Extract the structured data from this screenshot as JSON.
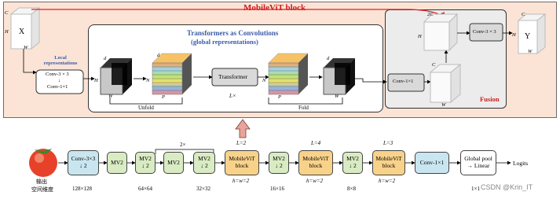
{
  "block_title": "MobileViT block",
  "inner_title": "Transformers as Convolutions",
  "inner_subtitle": "(global representations)",
  "local_rep": "Local representations",
  "local_ops": [
    "Conv-3 × 3",
    "↓",
    "Conv-1×1"
  ],
  "transformer_label": "Transformer",
  "repeat_label": "L×",
  "unfold_label": "Unfold",
  "fold_label": "Fold",
  "fusion_label": "Fusion",
  "conv1x1_label": "Conv-1×1",
  "conv3x3_label": "Conv-3 × 3",
  "x_label": "X",
  "y_label": "Y",
  "dim_labels": {
    "h": "H",
    "w": "W",
    "c": "C",
    "d": "d",
    "n": "N",
    "p": "P",
    "c2": "2C"
  },
  "pipeline": {
    "first_block": "Conv-3×3\n↓ 2",
    "blocks": [
      {
        "label": "MV2",
        "kind": "green"
      },
      {
        "label": "MV2\n↓ 2",
        "kind": "green"
      },
      {
        "label": "MV2",
        "kind": "green"
      },
      {
        "label": "MV2\n↓ 2",
        "kind": "green"
      },
      {
        "label": "MobileViT\nblock",
        "kind": "orange"
      },
      {
        "label": "MV2\n↓ 2",
        "kind": "green"
      },
      {
        "label": "MobileViT\nblock",
        "kind": "orange"
      },
      {
        "label": "MV2\n↓ 2",
        "kind": "green"
      },
      {
        "label": "MobileViT\nblock",
        "kind": "orange"
      },
      {
        "label": "Conv-1×1",
        "kind": "blue"
      },
      {
        "label": "Global pool\n→ Linear",
        "kind": "white"
      }
    ],
    "logits": "Logits",
    "repeat_2x": "2×",
    "l_labels": [
      "L=2",
      "L=4",
      "L=3"
    ],
    "hw_labels": [
      "h=w=2",
      "h=w=2",
      "h=w=2"
    ],
    "size_labels": [
      "128×128",
      "64×64",
      "32×32",
      "16×16",
      "8×8",
      "1×1"
    ],
    "input_caption": [
      "输出",
      "空间维度"
    ],
    "watermark": "CSDN @Krin_IT"
  },
  "colors": {
    "outer_bg": "#fbe4d6",
    "arrow_red": "#e02020",
    "up_arrow": "#e8a49a"
  }
}
